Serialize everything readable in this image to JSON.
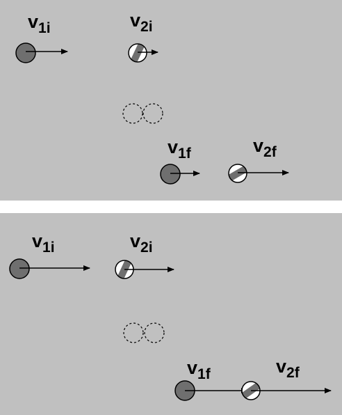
{
  "panels": [
    {
      "labels": {
        "v1i": {
          "main": "v",
          "sub": "1i"
        },
        "v2i": {
          "main": "v",
          "sub": "2i"
        },
        "v1f": {
          "main": "v",
          "sub": "1f"
        },
        "v2f": {
          "main": "v",
          "sub": "2f"
        }
      }
    },
    {
      "labels": {
        "v1i": {
          "main": "v",
          "sub": "1i"
        },
        "v2i": {
          "main": "v",
          "sub": "2i"
        },
        "v1f": {
          "main": "v",
          "sub": "1f"
        },
        "v2f": {
          "main": "v",
          "sub": "2f"
        }
      }
    }
  ],
  "colors": {
    "background": "#c0c0c0",
    "separator": "#ffffff",
    "ball_dark": "#6f6f6f",
    "ball_light": "#ffffff",
    "stripe": "#6f6f6f",
    "stroke": "#000000"
  }
}
